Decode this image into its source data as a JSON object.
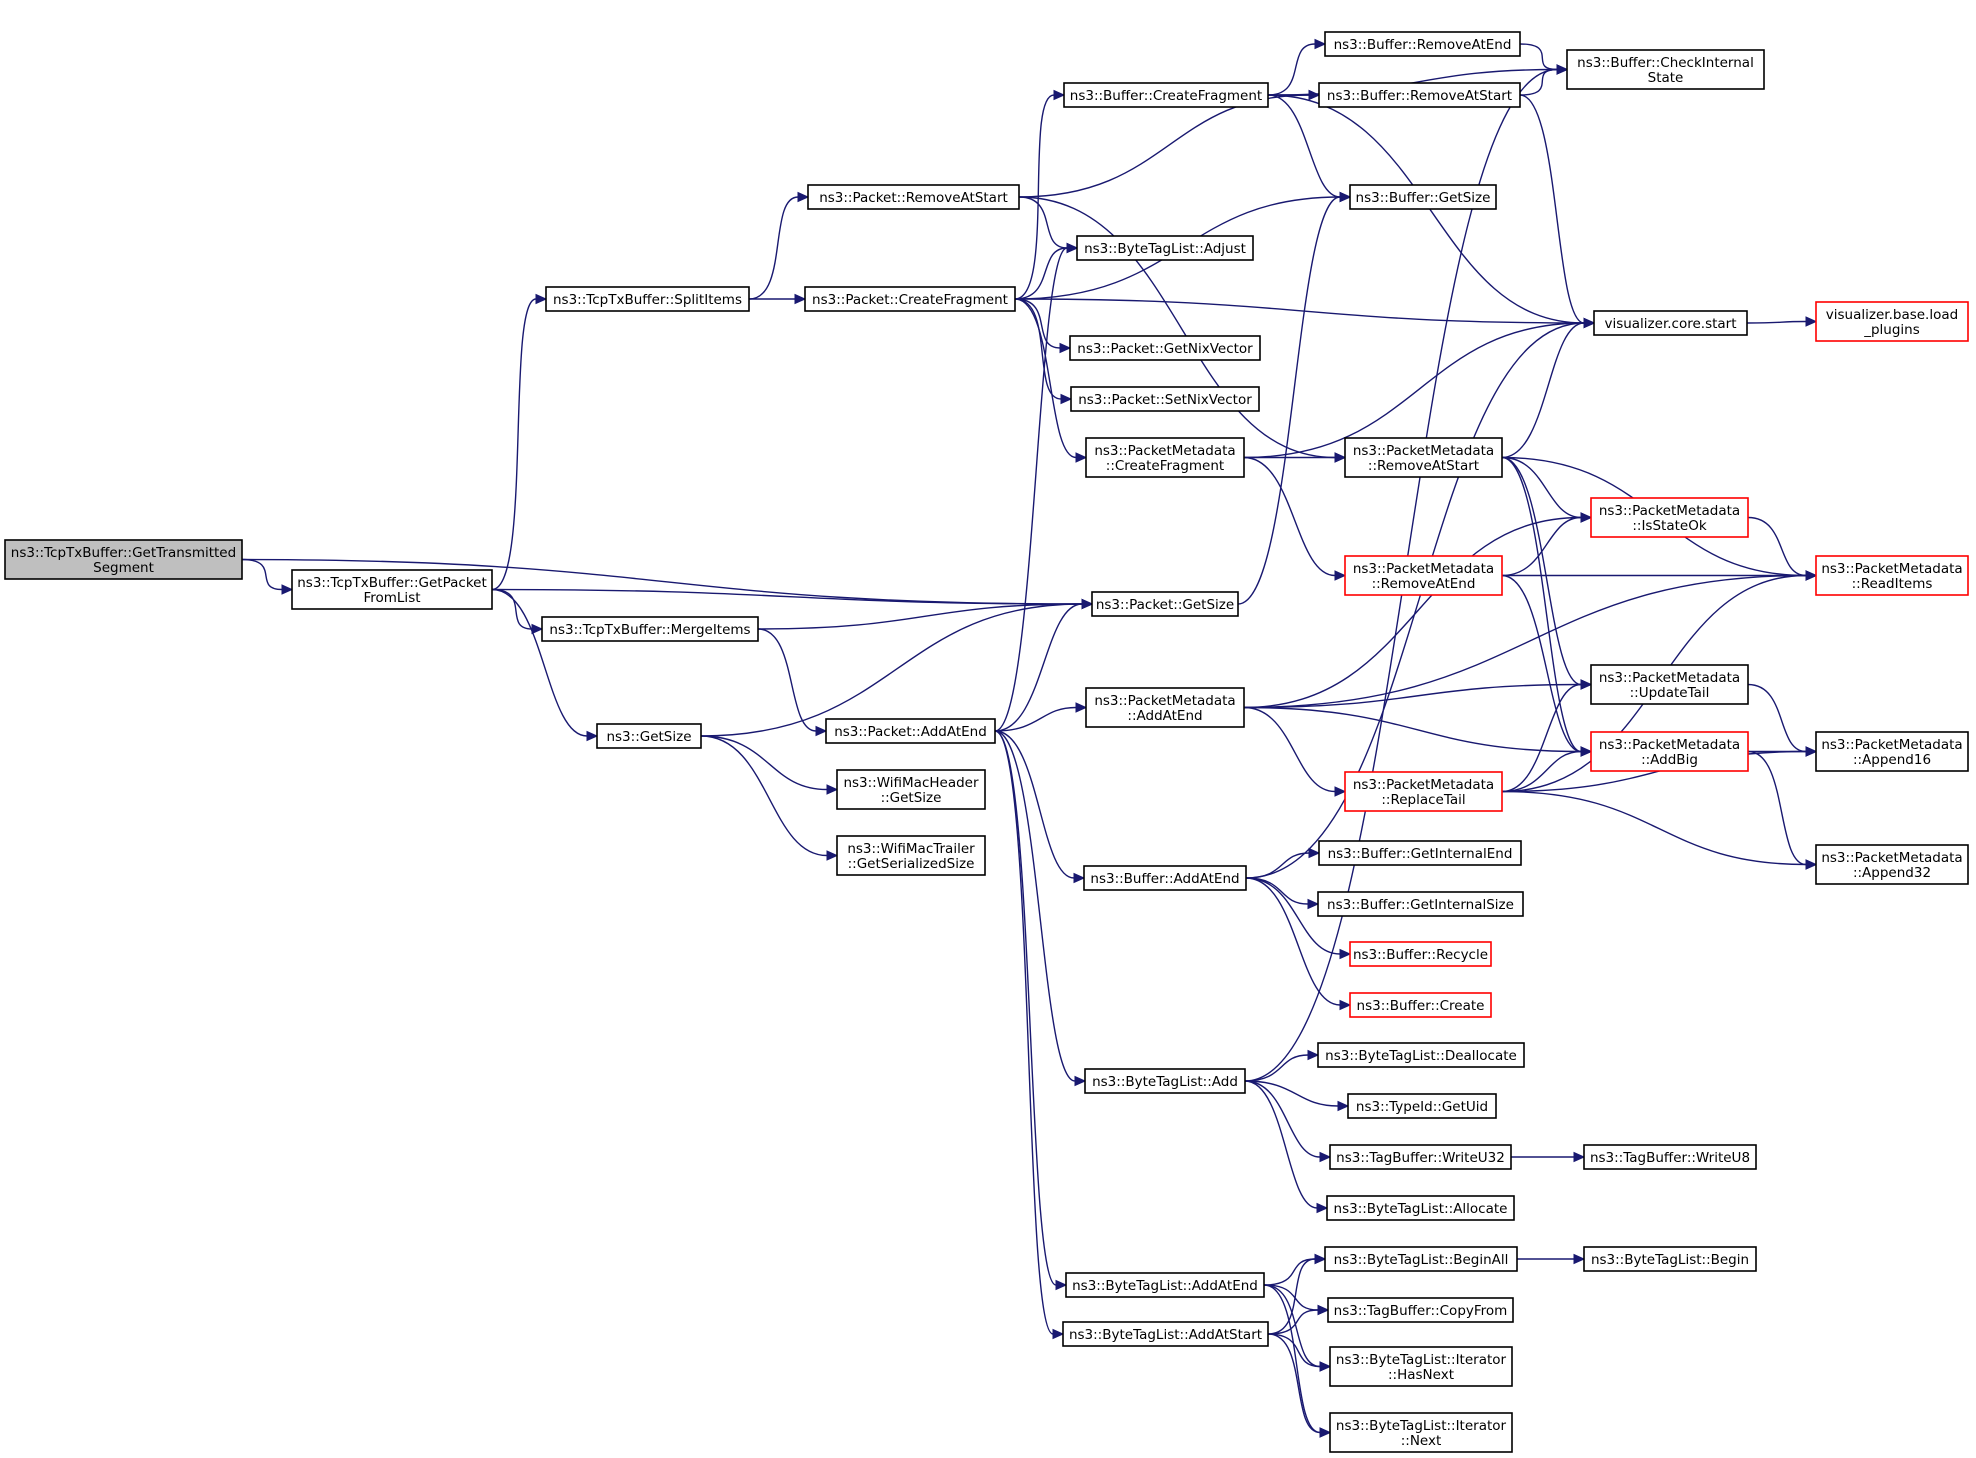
{
  "diagram": {
    "colors": {
      "edge": "#191970",
      "node_border": "#000000",
      "node_border_truncated": "#ff0000",
      "root_fill": "#bfbfbf",
      "node_fill": "#ffffff"
    },
    "nodes": [
      {
        "id": "getTransmitted",
        "lines": [
          "ns3::TcpTxBuffer::GetTransmitted",
          "Segment"
        ],
        "style": "root"
      },
      {
        "id": "getPacketFromList",
        "lines": [
          "ns3::TcpTxBuffer::GetPacket",
          "FromList"
        ]
      },
      {
        "id": "splitItems",
        "lines": [
          "ns3::TcpTxBuffer::SplitItems"
        ]
      },
      {
        "id": "mergeItems",
        "lines": [
          "ns3::TcpTxBuffer::MergeItems"
        ]
      },
      {
        "id": "getSize",
        "lines": [
          "ns3::GetSize"
        ]
      },
      {
        "id": "pktRemoveAtStart",
        "lines": [
          "ns3::Packet::RemoveAtStart"
        ]
      },
      {
        "id": "pktCreateFragment",
        "lines": [
          "ns3::Packet::CreateFragment"
        ]
      },
      {
        "id": "pktAddAtEnd",
        "lines": [
          "ns3::Packet::AddAtEnd"
        ]
      },
      {
        "id": "wifiHdrGetSize",
        "lines": [
          "ns3::WifiMacHeader",
          "::GetSize"
        ]
      },
      {
        "id": "wifiTrlGetSerSize",
        "lines": [
          "ns3::WifiMacTrailer",
          "::GetSerializedSize"
        ]
      },
      {
        "id": "bufCreateFragment",
        "lines": [
          "ns3::Buffer::CreateFragment"
        ]
      },
      {
        "id": "btlAdjust",
        "lines": [
          "ns3::ByteTagList::Adjust"
        ]
      },
      {
        "id": "pktGetNixVector",
        "lines": [
          "ns3::Packet::GetNixVector"
        ]
      },
      {
        "id": "pktSetNixVector",
        "lines": [
          "ns3::Packet::SetNixVector"
        ]
      },
      {
        "id": "pmCreateFragment",
        "lines": [
          "ns3::PacketMetadata",
          "::CreateFragment"
        ]
      },
      {
        "id": "pktGetSize",
        "lines": [
          "ns3::Packet::GetSize"
        ]
      },
      {
        "id": "pmAddAtEnd",
        "lines": [
          "ns3::PacketMetadata",
          "::AddAtEnd"
        ]
      },
      {
        "id": "bufAddAtEnd",
        "lines": [
          "ns3::Buffer::AddAtEnd"
        ]
      },
      {
        "id": "btlAdd",
        "lines": [
          "ns3::ByteTagList::Add"
        ]
      },
      {
        "id": "btlAddAtEnd",
        "lines": [
          "ns3::ByteTagList::AddAtEnd"
        ]
      },
      {
        "id": "btlAddAtStart",
        "lines": [
          "ns3::ByteTagList::AddAtStart"
        ]
      },
      {
        "id": "bufRemoveAtEnd",
        "lines": [
          "ns3::Buffer::RemoveAtEnd"
        ]
      },
      {
        "id": "bufRemoveAtStart",
        "lines": [
          "ns3::Buffer::RemoveAtStart"
        ]
      },
      {
        "id": "bufGetSize",
        "lines": [
          "ns3::Buffer::GetSize"
        ]
      },
      {
        "id": "pmRemoveAtStart",
        "lines": [
          "ns3::PacketMetadata",
          "::RemoveAtStart"
        ]
      },
      {
        "id": "pmRemoveAtEnd",
        "lines": [
          "ns3::PacketMetadata",
          "::RemoveAtEnd"
        ],
        "style": "red"
      },
      {
        "id": "pmReplaceTail",
        "lines": [
          "ns3::PacketMetadata",
          "::ReplaceTail"
        ],
        "style": "red"
      },
      {
        "id": "bufGetInternalEnd",
        "lines": [
          "ns3::Buffer::GetInternalEnd"
        ]
      },
      {
        "id": "bufGetInternalSize",
        "lines": [
          "ns3::Buffer::GetInternalSize"
        ]
      },
      {
        "id": "bufRecycle",
        "lines": [
          "ns3::Buffer::Recycle"
        ],
        "style": "red"
      },
      {
        "id": "bufCreate",
        "lines": [
          "ns3::Buffer::Create"
        ],
        "style": "red"
      },
      {
        "id": "btlDeallocate",
        "lines": [
          "ns3::ByteTagList::Deallocate"
        ]
      },
      {
        "id": "typeIdGetUid",
        "lines": [
          "ns3::TypeId::GetUid"
        ]
      },
      {
        "id": "tbWriteU32",
        "lines": [
          "ns3::TagBuffer::WriteU32"
        ]
      },
      {
        "id": "btlAllocate",
        "lines": [
          "ns3::ByteTagList::Allocate"
        ]
      },
      {
        "id": "btlBeginAll",
        "lines": [
          "ns3::ByteTagList::BeginAll"
        ]
      },
      {
        "id": "tbCopyFrom",
        "lines": [
          "ns3::TagBuffer::CopyFrom"
        ]
      },
      {
        "id": "btlItHasNext",
        "lines": [
          "ns3::ByteTagList::Iterator",
          "::HasNext"
        ]
      },
      {
        "id": "btlItNext",
        "lines": [
          "ns3::ByteTagList::Iterator",
          "::Next"
        ]
      },
      {
        "id": "bufCheckInternalState",
        "lines": [
          "ns3::Buffer::CheckInternal",
          "State"
        ]
      },
      {
        "id": "vizCoreStart",
        "lines": [
          "visualizer.core.start"
        ]
      },
      {
        "id": "pmIsStateOk",
        "lines": [
          "ns3::PacketMetadata",
          "::IsStateOk"
        ],
        "style": "red"
      },
      {
        "id": "pmUpdateTail",
        "lines": [
          "ns3::PacketMetadata",
          "::UpdateTail"
        ]
      },
      {
        "id": "pmAddBig",
        "lines": [
          "ns3::PacketMetadata",
          "::AddBig"
        ],
        "style": "red"
      },
      {
        "id": "tbWriteU8",
        "lines": [
          "ns3::TagBuffer::WriteU8"
        ]
      },
      {
        "id": "btlBegin",
        "lines": [
          "ns3::ByteTagList::Begin"
        ]
      },
      {
        "id": "vizLoadPlugins",
        "lines": [
          "visualizer.base.load",
          "_plugins"
        ],
        "style": "red"
      },
      {
        "id": "pmReadItems",
        "lines": [
          "ns3::PacketMetadata",
          "::ReadItems"
        ],
        "style": "red"
      },
      {
        "id": "pmAppend16",
        "lines": [
          "ns3::PacketMetadata",
          "::Append16"
        ]
      },
      {
        "id": "pmAppend32",
        "lines": [
          "ns3::PacketMetadata",
          "::Append32"
        ]
      }
    ],
    "edges": [
      [
        "getTransmitted",
        "getPacketFromList"
      ],
      [
        "getTransmitted",
        "pktGetSize"
      ],
      [
        "getPacketFromList",
        "splitItems"
      ],
      [
        "getPacketFromList",
        "mergeItems"
      ],
      [
        "getPacketFromList",
        "getSize"
      ],
      [
        "getPacketFromList",
        "pktGetSize"
      ],
      [
        "splitItems",
        "pktRemoveAtStart"
      ],
      [
        "splitItems",
        "pktCreateFragment"
      ],
      [
        "mergeItems",
        "pktAddAtEnd"
      ],
      [
        "mergeItems",
        "pktGetSize"
      ],
      [
        "getSize",
        "pktGetSize"
      ],
      [
        "getSize",
        "wifiHdrGetSize"
      ],
      [
        "getSize",
        "wifiTrlGetSerSize"
      ],
      [
        "pktRemoveAtStart",
        "bufRemoveAtStart"
      ],
      [
        "pktRemoveAtStart",
        "btlAdjust"
      ],
      [
        "pktRemoveAtStart",
        "pmRemoveAtStart"
      ],
      [
        "pktCreateFragment",
        "bufCreateFragment"
      ],
      [
        "pktCreateFragment",
        "btlAdjust"
      ],
      [
        "pktCreateFragment",
        "bufGetSize"
      ],
      [
        "pktCreateFragment",
        "vizCoreStart"
      ],
      [
        "pktCreateFragment",
        "pktGetNixVector"
      ],
      [
        "pktCreateFragment",
        "pktSetNixVector"
      ],
      [
        "pktCreateFragment",
        "pmCreateFragment"
      ],
      [
        "pktAddAtEnd",
        "btlAdjust"
      ],
      [
        "pktAddAtEnd",
        "pktGetSize"
      ],
      [
        "pktAddAtEnd",
        "pmAddAtEnd"
      ],
      [
        "pktAddAtEnd",
        "bufAddAtEnd"
      ],
      [
        "pktAddAtEnd",
        "btlAdd"
      ],
      [
        "pktAddAtEnd",
        "btlAddAtEnd"
      ],
      [
        "pktAddAtEnd",
        "btlAddAtStart"
      ],
      [
        "bufCreateFragment",
        "bufRemoveAtEnd"
      ],
      [
        "bufCreateFragment",
        "bufRemoveAtStart"
      ],
      [
        "bufCreateFragment",
        "bufCheckInternalState"
      ],
      [
        "bufCreateFragment",
        "bufGetSize"
      ],
      [
        "bufCreateFragment",
        "vizCoreStart"
      ],
      [
        "bufRemoveAtEnd",
        "bufCheckInternalState"
      ],
      [
        "bufRemoveAtStart",
        "bufCheckInternalState"
      ],
      [
        "bufRemoveAtStart",
        "vizCoreStart"
      ],
      [
        "pktGetSize",
        "bufGetSize"
      ],
      [
        "pmCreateFragment",
        "pmRemoveAtStart"
      ],
      [
        "pmCreateFragment",
        "pmRemoveAtEnd"
      ],
      [
        "pmCreateFragment",
        "vizCoreStart"
      ],
      [
        "pmRemoveAtStart",
        "vizCoreStart"
      ],
      [
        "pmRemoveAtStart",
        "pmIsStateOk"
      ],
      [
        "pmRemoveAtStart",
        "pmReadItems"
      ],
      [
        "pmRemoveAtStart",
        "pmUpdateTail"
      ],
      [
        "pmRemoveAtStart",
        "pmAddBig"
      ],
      [
        "pmRemoveAtEnd",
        "pmIsStateOk"
      ],
      [
        "pmRemoveAtEnd",
        "pmReadItems"
      ],
      [
        "pmRemoveAtEnd",
        "pmAddBig"
      ],
      [
        "pmAddAtEnd",
        "pmIsStateOk"
      ],
      [
        "pmAddAtEnd",
        "pmReadItems"
      ],
      [
        "pmAddAtEnd",
        "pmUpdateTail"
      ],
      [
        "pmAddAtEnd",
        "pmAddBig"
      ],
      [
        "pmAddAtEnd",
        "pmReplaceTail"
      ],
      [
        "pmIsStateOk",
        "pmReadItems"
      ],
      [
        "pmReplaceTail",
        "pmUpdateTail"
      ],
      [
        "pmReplaceTail",
        "pmAddBig"
      ],
      [
        "pmReplaceTail",
        "pmReadItems"
      ],
      [
        "pmReplaceTail",
        "pmAppend16"
      ],
      [
        "pmReplaceTail",
        "pmAppend32"
      ],
      [
        "pmUpdateTail",
        "pmAppend16"
      ],
      [
        "pmAddBig",
        "pmAppend16"
      ],
      [
        "pmAddBig",
        "pmAppend32"
      ],
      [
        "vizCoreStart",
        "vizLoadPlugins"
      ],
      [
        "bufAddAtEnd",
        "bufGetInternalEnd"
      ],
      [
        "bufAddAtEnd",
        "bufGetInternalSize"
      ],
      [
        "bufAddAtEnd",
        "bufRecycle"
      ],
      [
        "bufAddAtEnd",
        "bufCreate"
      ],
      [
        "bufAddAtEnd",
        "vizCoreStart"
      ],
      [
        "btlAdd",
        "btlDeallocate"
      ],
      [
        "btlAdd",
        "typeIdGetUid"
      ],
      [
        "btlAdd",
        "tbWriteU32"
      ],
      [
        "btlAdd",
        "btlAllocate"
      ],
      [
        "btlAdd",
        "bufCheckInternalState"
      ],
      [
        "tbWriteU32",
        "tbWriteU8"
      ],
      [
        "btlAddAtEnd",
        "btlBeginAll"
      ],
      [
        "btlAddAtEnd",
        "tbCopyFrom"
      ],
      [
        "btlAddAtEnd",
        "btlItHasNext"
      ],
      [
        "btlAddAtEnd",
        "btlItNext"
      ],
      [
        "btlAddAtStart",
        "btlBeginAll"
      ],
      [
        "btlAddAtStart",
        "tbCopyFrom"
      ],
      [
        "btlAddAtStart",
        "btlItHasNext"
      ],
      [
        "btlAddAtStart",
        "btlItNext"
      ],
      [
        "btlBeginAll",
        "btlBegin"
      ]
    ]
  }
}
